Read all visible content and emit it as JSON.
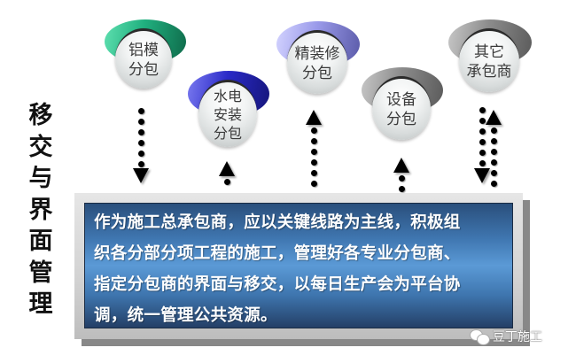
{
  "title": {
    "chars": [
      "移",
      "交",
      "与",
      "界",
      "面",
      "管",
      "理"
    ],
    "text": "移交与界面管理"
  },
  "nodes": [
    {
      "id": "aluminum-formwork",
      "lines": [
        "铝模",
        "分包"
      ],
      "cap_color": "#2fc08f",
      "direction": "down"
    },
    {
      "id": "mep-installation",
      "lines": [
        "水电",
        "安装",
        "分包"
      ],
      "cap_color": "#3535c8",
      "direction": "up"
    },
    {
      "id": "fine-decoration",
      "lines": [
        "精装修",
        "分包"
      ],
      "cap_color": "#8f8fe8",
      "direction": "up"
    },
    {
      "id": "equipment",
      "lines": [
        "设备",
        "分包"
      ],
      "cap_color": "#8a8a8a",
      "direction": "up"
    },
    {
      "id": "other-contractors",
      "lines": [
        "其它",
        "承包商"
      ],
      "cap_color": "#8a8a8a",
      "direction": "both"
    }
  ],
  "description": {
    "text": "作为施工总承包商，应以关键线路为主线，积极组织各分部分项工程的施工，管理好各专业分包商、指定分包商的界面与移交，以每日生产会为平台协调，统一管理公共资源。",
    "lines": [
      "作为施工总承包商，应以关键线路为主线，积极组",
      "织各分部分项工程的施工，管理好各专业分包商、",
      "指定分包商的界面与移交，以每日生产会为平台协",
      "调，统一管理公共资源。"
    ]
  },
  "watermark": {
    "icon": "wechat-icon",
    "text": "豆丁施工"
  },
  "colors": {
    "box_blue_mid": "#5b9ad6",
    "box_blue_dark": "#243f66",
    "frame_gray": "#d2d2d2",
    "green_cap": "#2fc08f",
    "blue_cap": "#3535c8",
    "lavender_cap": "#8f8fe8",
    "gray_cap": "#8a8a8a"
  }
}
